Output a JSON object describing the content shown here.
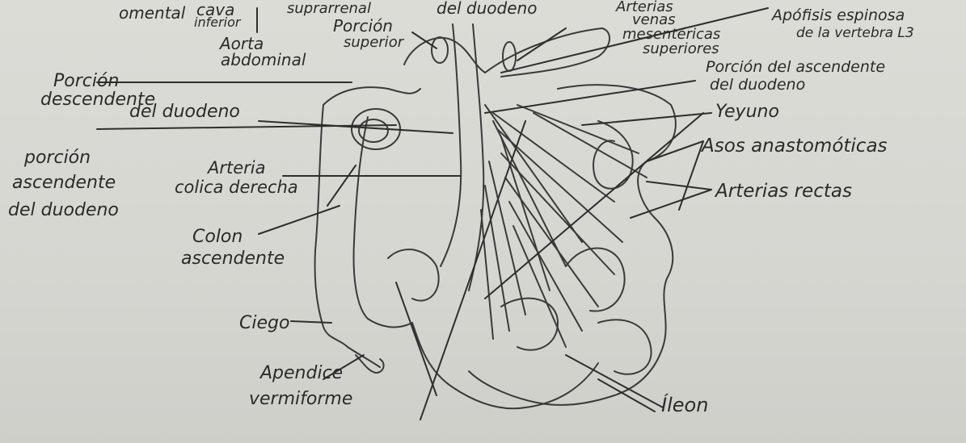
{
  "labels": {
    "omental": "omental",
    "cava_inferior_1": "cava",
    "cava_inferior_2": "inferior",
    "suprarrenal": "suprarrenal",
    "porcion_superior_1": "Porción",
    "porcion_superior_2": "superior",
    "del_duodeno_top": "del duodeno",
    "arterias_venas_1": "Arterias",
    "arterias_venas_2": "venas",
    "arterias_venas_3": "mesentéricas",
    "arterias_venas_4": "superiores",
    "apofisis_1": "Apófisis espinosa",
    "apofisis_2": "de la vertebra L3",
    "aorta_1": "Aorta",
    "aorta_2": "abdominal",
    "porcion_desc_1": "Porción",
    "porcion_desc_2": "descendente",
    "porcion_desc_3": "del duodeno",
    "porcion_asc_duo_1": "Porción del ascendente",
    "porcion_asc_duo_2": "del duodeno",
    "yeyuno": "Yeyuno",
    "asos": "Asos anastomóticas",
    "porcion_asc_left_1": "porción",
    "porcion_asc_left_2": "ascendente",
    "porcion_asc_left_3": "del duodeno",
    "arteria_colica_1": "Arteria",
    "arteria_colica_2": "colica derecha",
    "arterias_rectas": "Arterias rectas",
    "colon_1": "Colon",
    "colon_2": "ascendente",
    "ciego": "Ciego",
    "apendice_1": "Apendice",
    "apendice_2": "vermiforme",
    "ileon": "Íleon"
  },
  "colors": {
    "paper": "#d9d9d4",
    "ink": "#2a2a2a",
    "pencil": "#3a3a3a"
  }
}
